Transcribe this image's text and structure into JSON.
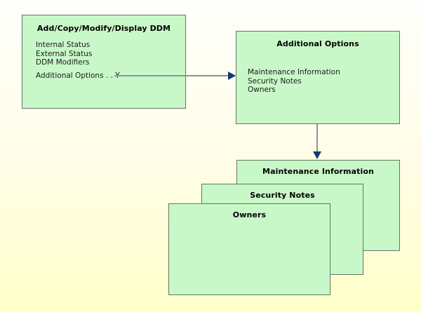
{
  "box1": {
    "title": "Add/Copy/Modify/Display DDM",
    "lines": [
      "Internal Status",
      "External Status",
      "DDM Modifiers"
    ],
    "option_line": "Additional Options . . Y"
  },
  "box2": {
    "title": "Additional Options",
    "lines": [
      "Maintenance Information",
      "Security Notes",
      "Owners"
    ]
  },
  "stack": [
    {
      "title": "Maintenance Information"
    },
    {
      "title": "Security Notes"
    },
    {
      "title": "Owners"
    }
  ],
  "colors": {
    "box_fill": "#c8f8c8",
    "box_border": "#647464",
    "arrow_line": "#8a9598",
    "arrow_head": "#143a6e",
    "bg_top": "#fefffb",
    "bg_bottom": "#ffffc9"
  }
}
